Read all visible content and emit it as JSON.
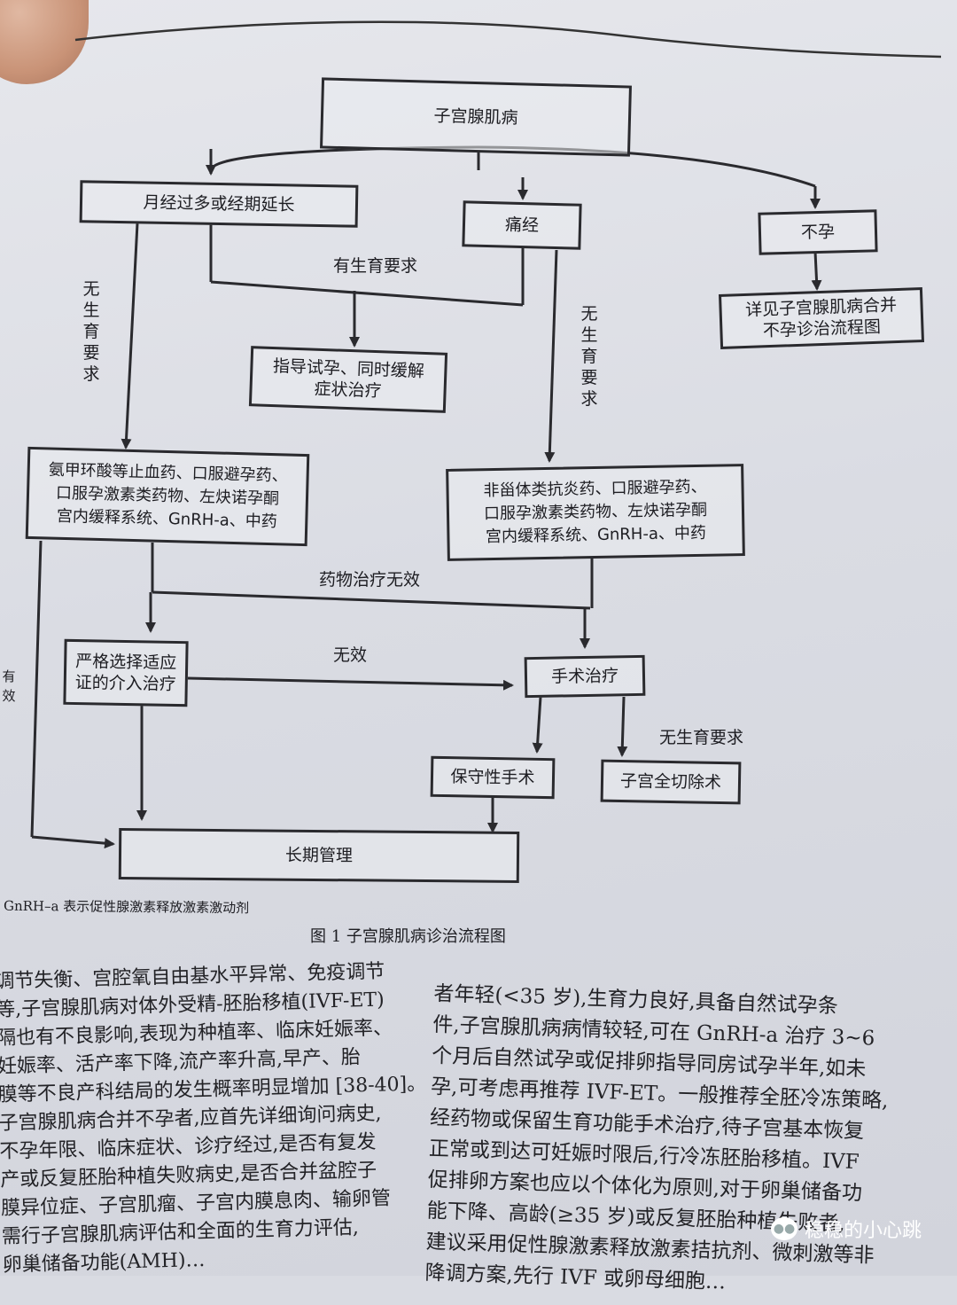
{
  "flowchart": {
    "nodes": {
      "root": "子宫腺肌病",
      "menorrhagia": "月经过多或经期延长",
      "dysmenorrhea": "痛经",
      "infertility": "不孕",
      "see_infertility": "详见子宫腺肌病合并\n不孕诊治流程图",
      "guide_conception": "指导试孕、同时缓解\n症状治疗",
      "drugs_left": "氨甲环酸等止血药、口服避孕药、\n口服孕激素类药物、左炔诺孕酮\n宫内缓释系统、GnRH-a、中药",
      "drugs_right": "非甾体类抗炎药、口服避孕药、\n口服孕激素类药物、左炔诺孕酮\n宫内缓释系统、GnRH-a、中药",
      "intervention": "严格选择适应\n证的介入治疗",
      "surgery": "手术治疗",
      "conservative": "保守性手术",
      "hysterectomy": "子宫全切除术",
      "long_term": "长期管理"
    },
    "labels": {
      "fertility_wish": "有生育要求",
      "no_fertility_left": "无生育要求",
      "no_fertility_right": "无生育要求",
      "drug_ineffective": "药物治疗无效",
      "ineffective": "无效",
      "no_fertility_surgery": "无生育要求",
      "effective": "有效"
    }
  },
  "footnote": "GnRH–a 表示促性腺激素释放激素激动剂",
  "figure_caption": "图 1  子宫腺肌病诊治流程图",
  "body": {
    "left_lines": [
      "调节失衡、宫腔氧自由基水平异常、免疫调节",
      "等,子宫腺肌病对体外受精-胚胎移植(IVF-ET)",
      "隔也有不良影响,表现为种植率、临床妊娠率、",
      "妊娠率、活产率下降,流产率升高,早产、胎",
      "膜等不良产科结局的发生概率明显增加 [38-40]。",
      "子宫腺肌病合并不孕者,应首先详细询问病史,",
      "不孕年限、临床症状、诊疗经过,是否有复发",
      "产或反复胚胎种植失败病史,是否合并盆腔子",
      "膜异位症、子宫肌瘤、子宫内膜息肉、输卵管",
      "需行子宫腺肌病评估和全面的生育力评估,",
      "卵巢储备功能(AMH)…"
    ],
    "right_lines": [
      "者年轻(<35 岁),生育力良好,具备自然试孕条",
      "件,子宫腺肌病病情较轻,可在 GnRH-a 治疗 3~6",
      "个月后自然试孕或促排卵指导同房试孕半年,如未",
      "孕,可考虑再推荐 IVF-ET。一般推荐全胚冷冻策略,",
      "经药物或保留生育功能手术治疗,待子宫基本恢复",
      "正常或到达可妊娠时限后,行冷冻胚胎移植。IVF",
      "促排卵方案也应以个体化为原则,对于卵巢储备功",
      "能下降、高龄(≥35 岁)或反复胚胎种植失败者,",
      "建议采用促性腺激素释放激素拮抗剂、微刺激等非",
      "降调方案,先行 IVF 或卵母细胞…"
    ]
  },
  "watermark": {
    "text": "稳稳的小心跳",
    "icon": "wechat-icon"
  }
}
